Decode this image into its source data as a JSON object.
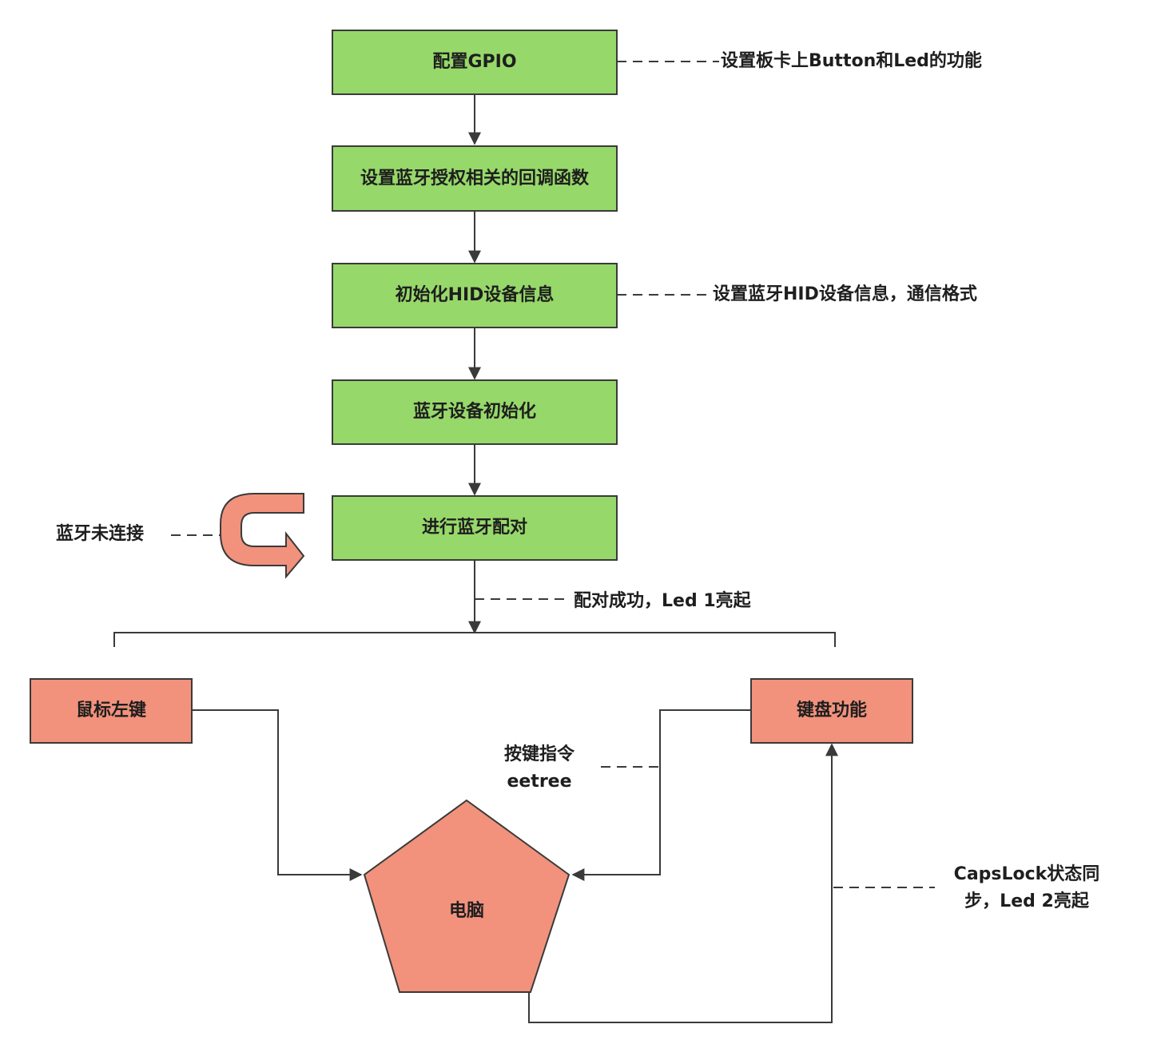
{
  "colors": {
    "step_fill": "#97d86a",
    "device_fill": "#f2927c",
    "stroke": "#3a3a3a"
  },
  "steps": [
    {
      "label": "配置GPIO"
    },
    {
      "label": "设置蓝牙授权相关的回调函数"
    },
    {
      "label": "初始化HID设备信息"
    },
    {
      "label": "蓝牙设备初始化"
    },
    {
      "label": "进行蓝牙配对"
    }
  ],
  "annotations": {
    "gpio_note": "设置板卡上Button和Led的功能",
    "hid_note": "设置蓝牙HID设备信息，通信格式",
    "not_connected": "蓝牙未连接",
    "pair_success": "配对成功，Led 1亮起",
    "key_cmd_line1": "按键指令",
    "key_cmd_line2": "eetree",
    "caps_line1": "CapsLock状态同",
    "caps_line2": "步，Led 2亮起"
  },
  "devices": {
    "mouse": "鼠标左键",
    "keyboard": "键盘功能",
    "computer": "电脑"
  }
}
